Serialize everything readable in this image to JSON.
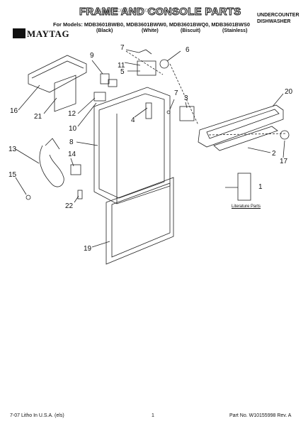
{
  "header": {
    "title": "FRAME AND CONSOLE PARTS",
    "watermark": "AppliancePartsPros.com",
    "subtitle_line1": "UNDERCOUNTER",
    "subtitle_line2": "DISHWASHER",
    "models_line": "For Models: MDB3601BWB0, MDB3601BWW0, MDB3601BWQ0, MDB3601BWS0",
    "finishes": [
      "(Black)",
      "(White)",
      "(Biscuit)",
      "(Stainless)"
    ],
    "logo_text": "MAYTAG"
  },
  "callouts": [
    "1",
    "2",
    "3",
    "4",
    "5",
    "6",
    "7",
    "7",
    "8",
    "9",
    "10",
    "11",
    "12",
    "13",
    "14",
    "15",
    "16",
    "17",
    "19",
    "20",
    "21",
    "22"
  ],
  "literature_label": "Literature Parts",
  "footer": {
    "left": "7-07 Litho In U.S.A. (els)",
    "center": "1",
    "right": "Part No. W10155998 Rev. A"
  }
}
